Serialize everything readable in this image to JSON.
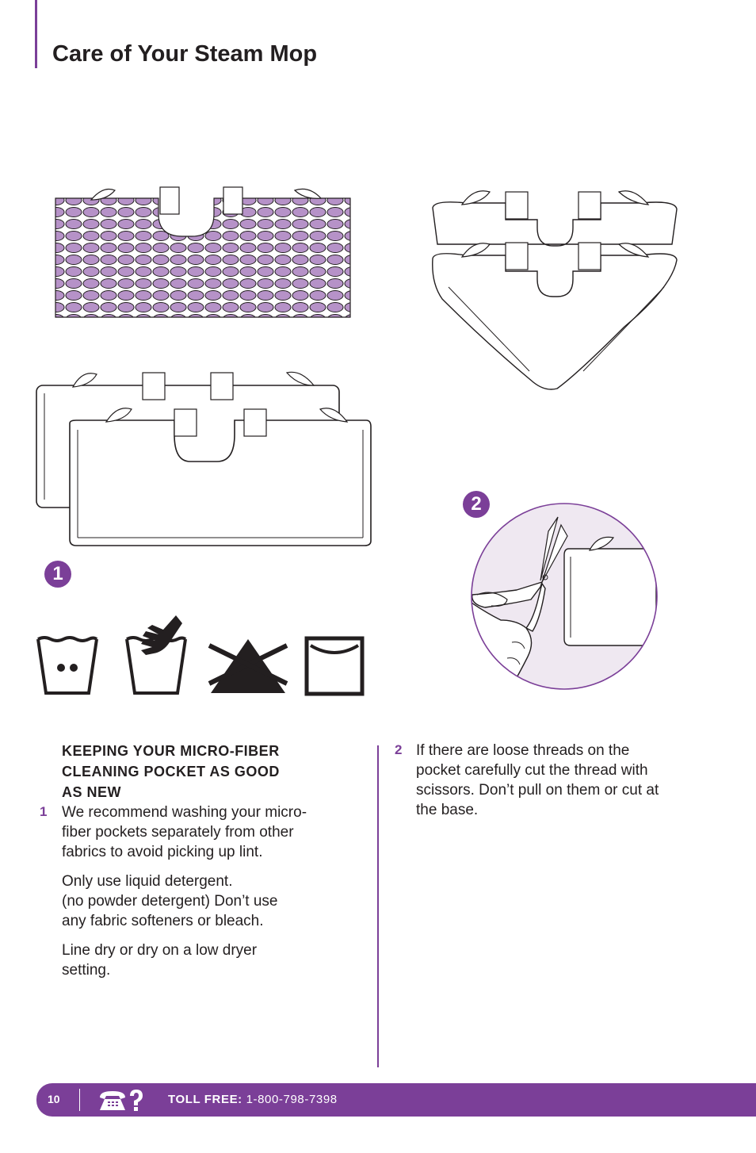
{
  "page": {
    "title": "Care of Your Steam Mop"
  },
  "badges": {
    "step1": "1",
    "step2": "2"
  },
  "icons": [
    "wash-30-icon",
    "hand-wash-icon",
    "do-not-bleach-icon",
    "line-dry-icon"
  ],
  "left_column": {
    "heading_line1": "KEEPING YOUR MICRO-FIBER",
    "heading_line2": "CLEANING POCKET AS GOOD",
    "heading_line3": "AS NEW",
    "step_number": "1",
    "para1_line1": "We recommend washing your micro-",
    "para1_line2": "fiber pockets separately from other",
    "para1_line3": "fabrics to avoid picking up lint.",
    "para2_line1": "Only use liquid detergent.",
    "para2_line2": "(no powder detergent) Don’t use",
    "para2_line3": "any fabric softeners or bleach.",
    "para3_line1": "Line dry or dry on a low dryer",
    "para3_line2": "setting."
  },
  "right_column": {
    "step_number": "2",
    "line1": "If there are loose threads on the",
    "line2": "pocket carefully cut the thread with",
    "line3": "scissors. Don’t pull on them or cut at",
    "line4": "the base."
  },
  "footer": {
    "page_number": "10",
    "toll_label": "TOLL FREE:",
    "phone": "1-800-798-7398"
  },
  "colors": {
    "accent": "#7b3f98",
    "pad": "#b692c8",
    "circle_bg": "#efe8f1"
  }
}
